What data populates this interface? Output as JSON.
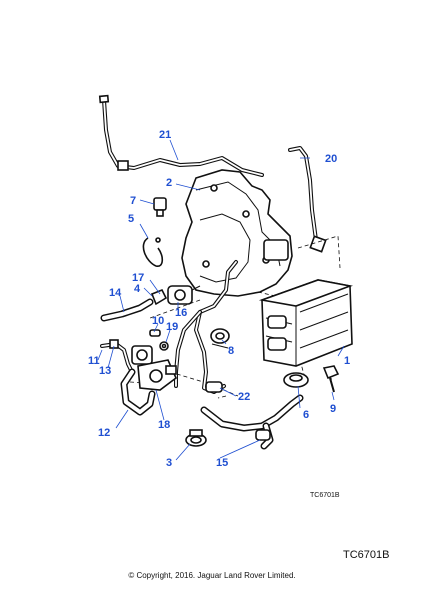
{
  "drawing": {
    "inner_ref": "TC6701B",
    "ref_code": "TC6701B",
    "copyright": "© Copyright, 2016. Jaguar Land Rover Limited."
  },
  "callouts": [
    {
      "id": "c1",
      "label": "1"
    },
    {
      "id": "c2",
      "label": "2"
    },
    {
      "id": "c3",
      "label": "3"
    },
    {
      "id": "c4",
      "label": "4"
    },
    {
      "id": "c5",
      "label": "5"
    },
    {
      "id": "c6",
      "label": "6"
    },
    {
      "id": "c7",
      "label": "7"
    },
    {
      "id": "c8",
      "label": "8"
    },
    {
      "id": "c9",
      "label": "9"
    },
    {
      "id": "c10",
      "label": "10"
    },
    {
      "id": "c11",
      "label": "11"
    },
    {
      "id": "c12",
      "label": "12"
    },
    {
      "id": "c13",
      "label": "13"
    },
    {
      "id": "c14",
      "label": "14"
    },
    {
      "id": "c15",
      "label": "15"
    },
    {
      "id": "c16",
      "label": "16"
    },
    {
      "id": "c17",
      "label": "17"
    },
    {
      "id": "c18",
      "label": "18"
    },
    {
      "id": "c19",
      "label": "19"
    },
    {
      "id": "c20",
      "label": "20"
    },
    {
      "id": "c21",
      "label": "21"
    },
    {
      "id": "c22",
      "label": "22"
    }
  ],
  "colors": {
    "callout": "#1f4fd1",
    "line": "#111111",
    "background": "#ffffff"
  }
}
